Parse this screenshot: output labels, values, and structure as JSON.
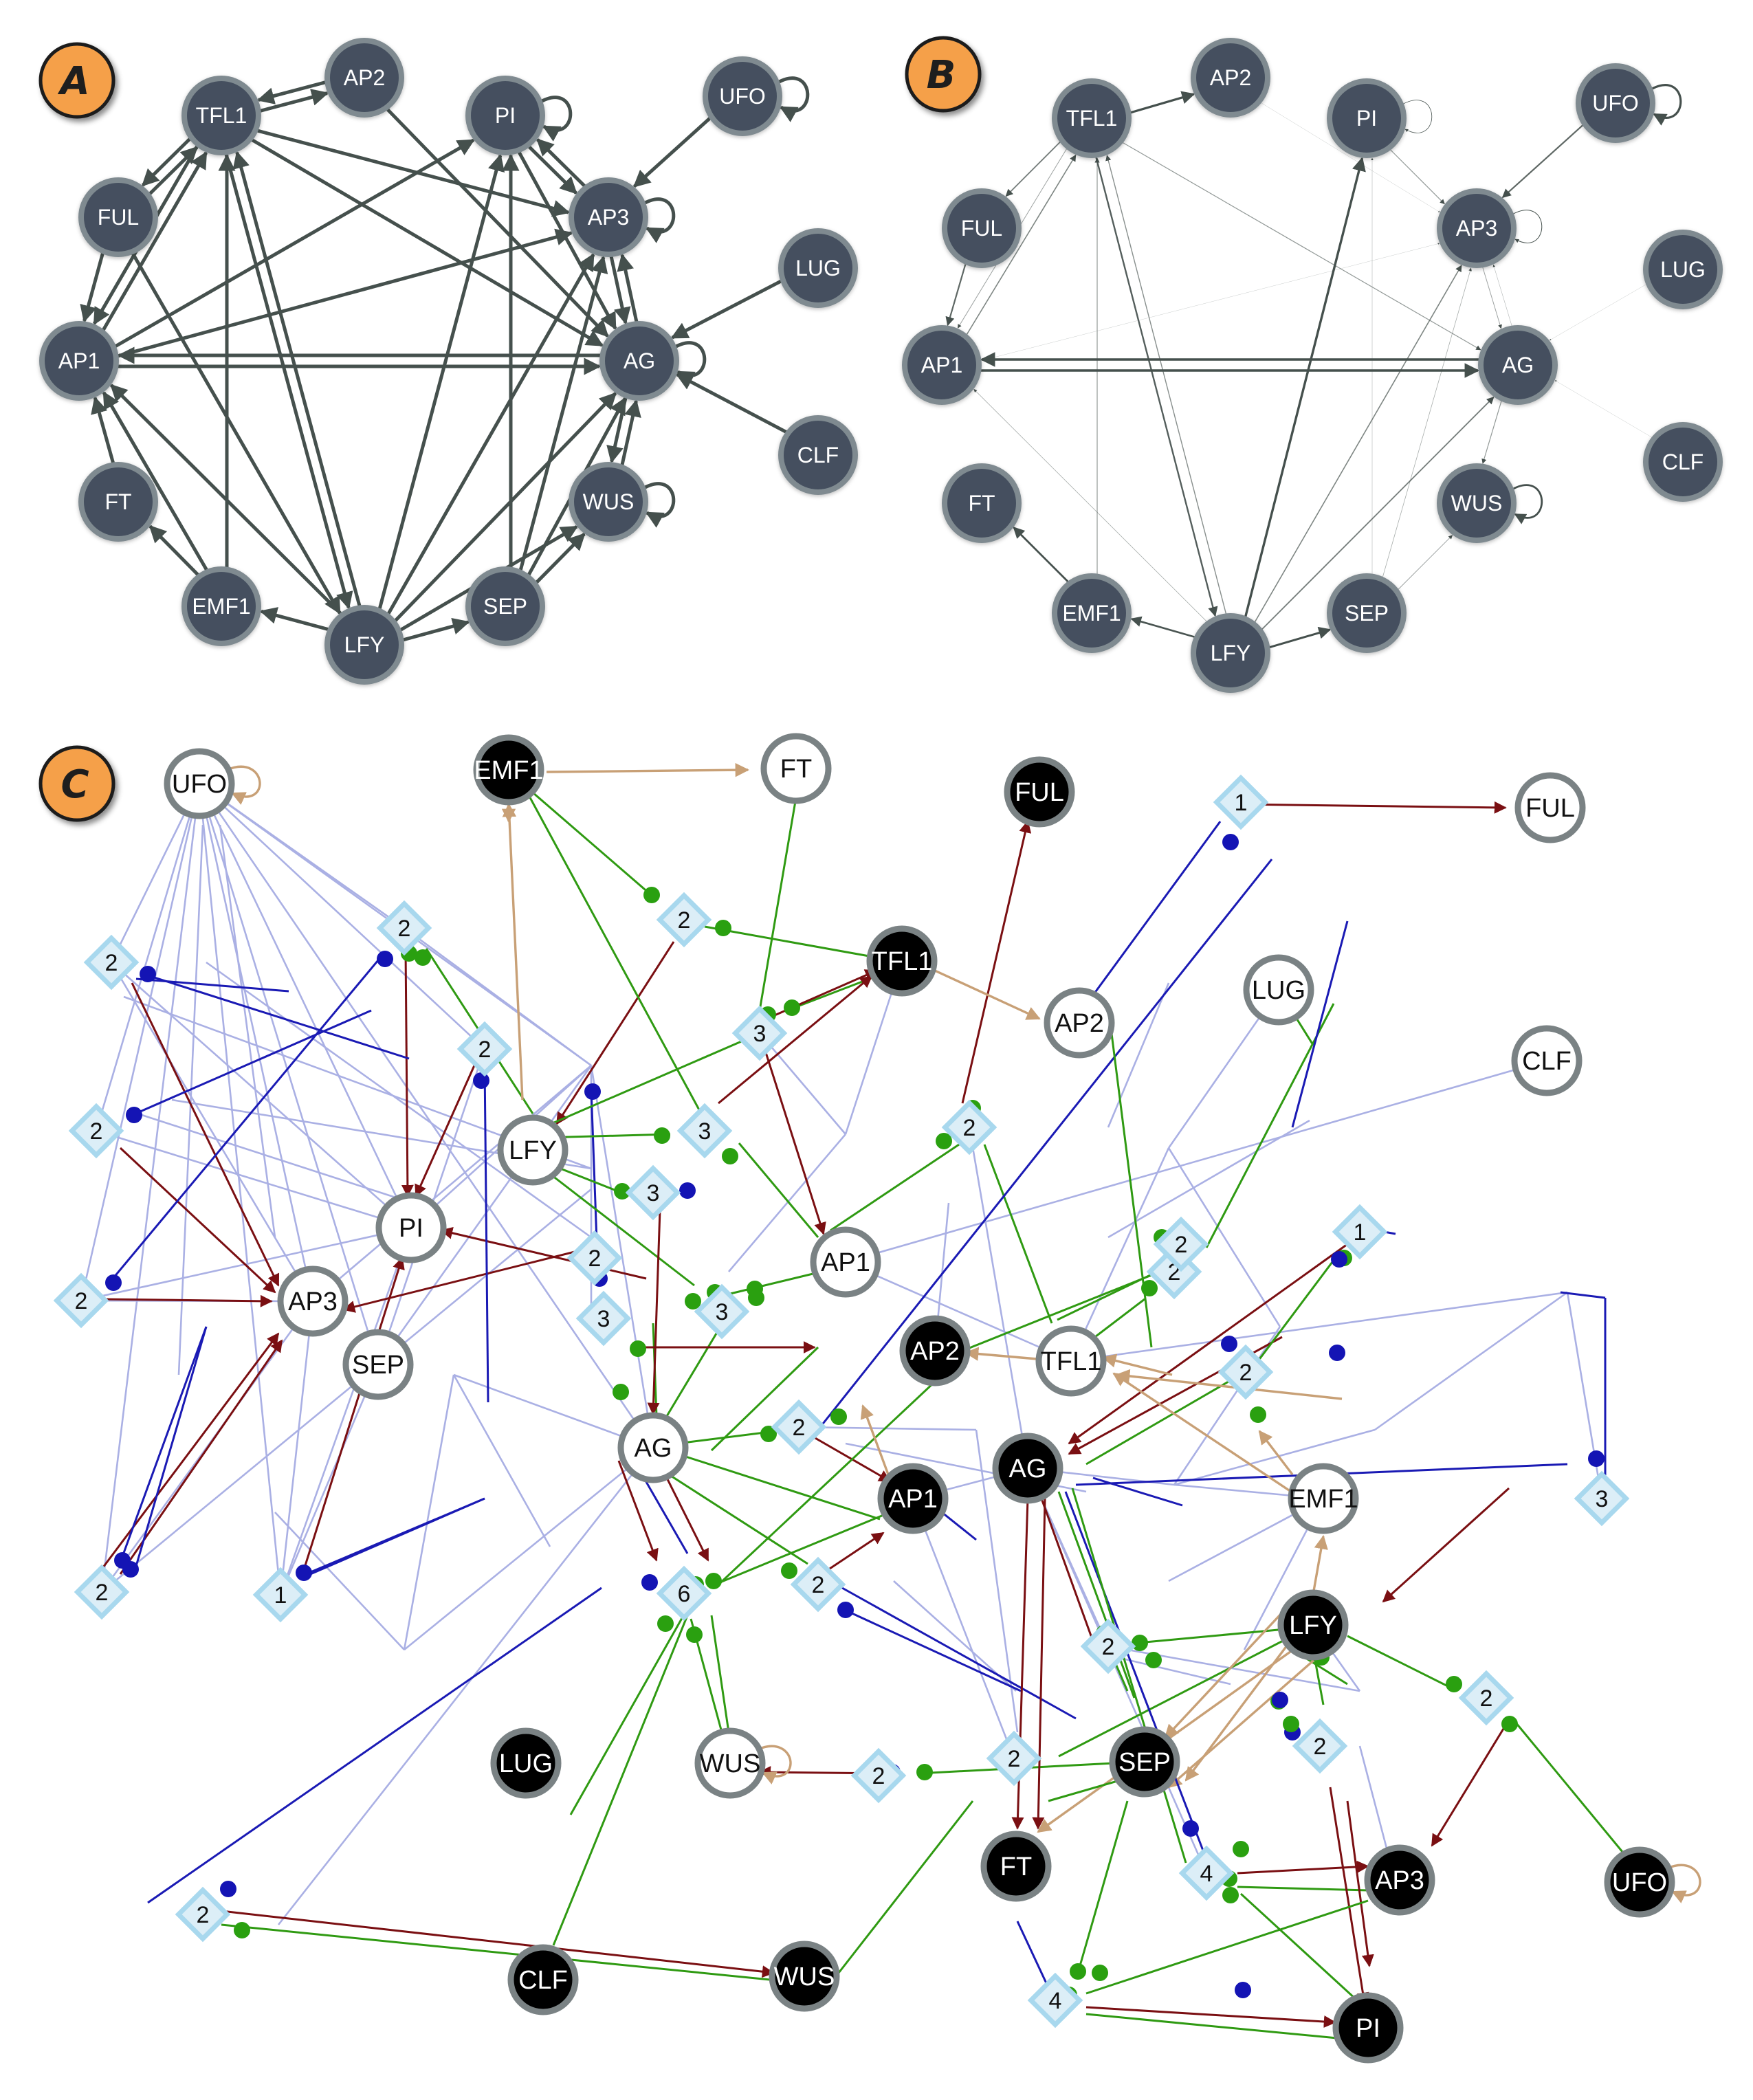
{
  "colors": {
    "node_fill_ab": "#45505f",
    "node_stroke_ab": "#7f8a90",
    "edge_ab": "#45504d",
    "badge_fill": "#f5a04a",
    "badge_stroke": "#1e1e1e",
    "node_black": "#000000",
    "node_white": "#ffffff",
    "node_stroke_c": "#7a8284",
    "diamond_fill": "#dceef7",
    "diamond_stroke": "#a8d8ee",
    "edge_red": "#7a0f12",
    "edge_green": "#2f9a12",
    "edge_blue": "#1a1ab4",
    "edge_tan": "#c8a076",
    "edge_lavender": "#aab0e4",
    "dot_green": "#2aa010",
    "dot_blue": "#1414b4"
  },
  "panels": [
    {
      "label": "A"
    },
    {
      "label": "B"
    },
    {
      "label": "C"
    }
  ],
  "genes": [
    "TFL1",
    "AP2",
    "PI",
    "UFO",
    "FUL",
    "AP3",
    "LUG",
    "AP1",
    "AG",
    "CLF",
    "FT",
    "WUS",
    "EMF1",
    "LFY",
    "SEP"
  ],
  "panel_a_edges": [
    [
      "TFL1",
      "AP2"
    ],
    [
      "AP2",
      "TFL1"
    ],
    [
      "TFL1",
      "FUL"
    ],
    [
      "FUL",
      "TFL1"
    ],
    [
      "TFL1",
      "AP1"
    ],
    [
      "AP1",
      "TFL1"
    ],
    [
      "TFL1",
      "AG"
    ],
    [
      "TFL1",
      "AP3"
    ],
    [
      "TFL1",
      "LFY"
    ],
    [
      "LFY",
      "TFL1"
    ],
    [
      "EMF1",
      "TFL1"
    ],
    [
      "FUL",
      "AP1"
    ],
    [
      "AP1",
      "AP3"
    ],
    [
      "AP1",
      "AG"
    ],
    [
      "AG",
      "AP1"
    ],
    [
      "AP1",
      "PI"
    ],
    [
      "LFY",
      "AP1"
    ],
    [
      "EMF1",
      "AP1"
    ],
    [
      "FT",
      "AP1"
    ],
    [
      "UFO",
      "AP3"
    ],
    [
      "PI",
      "AP3"
    ],
    [
      "AP3",
      "PI"
    ],
    [
      "LFY",
      "PI"
    ],
    [
      "SEP",
      "PI"
    ],
    [
      "LFY",
      "AP3"
    ],
    [
      "SEP",
      "AP3"
    ],
    [
      "AG",
      "AP3"
    ],
    [
      "AP3",
      "AG"
    ],
    [
      "LUG",
      "AG"
    ],
    [
      "CLF",
      "AG"
    ],
    [
      "LFY",
      "AG"
    ],
    [
      "SEP",
      "AG"
    ],
    [
      "AG",
      "WUS"
    ],
    [
      "WUS",
      "AG"
    ],
    [
      "LFY",
      "SEP"
    ],
    [
      "LFY",
      "EMF1"
    ],
    [
      "EMF1",
      "FT"
    ],
    [
      "FUL",
      "LFY"
    ],
    [
      "AP2",
      "AG"
    ],
    [
      "PI",
      "AG"
    ],
    [
      "LFY",
      "WUS"
    ],
    [
      "SEP",
      "WUS"
    ]
  ],
  "panel_a_loops": [
    "PI",
    "UFO",
    "AP3",
    "AG",
    "WUS"
  ],
  "panel_b_edges": [
    [
      "TFL1",
      "AP2",
      3.2
    ],
    [
      "TFL1",
      "FUL",
      1.8
    ],
    [
      "TFL1",
      "AP1",
      1.0
    ],
    [
      "AP1",
      "TFL1",
      1.6
    ],
    [
      "TFL1",
      "AG",
      1.2
    ],
    [
      "TFL1",
      "LFY",
      2.4
    ],
    [
      "EMF1",
      "TFL1",
      1.2
    ],
    [
      "LFY",
      "TFL1",
      1.4
    ],
    [
      "FUL",
      "AP1",
      2.2
    ],
    [
      "AP1",
      "AG",
      3.6
    ],
    [
      "AG",
      "AP1",
      3.6
    ],
    [
      "LFY",
      "AP1",
      0.8
    ],
    [
      "UFO",
      "AP3",
      2.2
    ],
    [
      "PI",
      "AP3",
      1.2
    ],
    [
      "LFY",
      "PI",
      3.4
    ],
    [
      "SEP",
      "PI",
      0.6
    ],
    [
      "LFY",
      "AP3",
      1.6
    ],
    [
      "SEP",
      "AP3",
      0.8
    ],
    [
      "AG",
      "WUS",
      1.2
    ],
    [
      "LFY",
      "SEP",
      3.0
    ],
    [
      "LFY",
      "EMF1",
      2.6
    ],
    [
      "EMF1",
      "FT",
      2.8
    ],
    [
      "LFY",
      "AG",
      1.8
    ],
    [
      "SEP",
      "WUS",
      1.0
    ],
    [
      "CLF",
      "AG",
      0.4
    ],
    [
      "LUG",
      "AG",
      0.4
    ],
    [
      "AP2",
      "AP3",
      0.4
    ],
    [
      "AP1",
      "AP3",
      0.4
    ],
    [
      "AP3",
      "AG",
      1.0
    ],
    [
      "AG",
      "AP3",
      0.6
    ]
  ],
  "panel_b_loops": [
    [
      "PI",
      0.8
    ],
    [
      "UFO",
      3.2
    ],
    [
      "AP3",
      1.0
    ],
    [
      "WUS",
      2.8
    ]
  ],
  "panel_c": {
    "nodes": [
      {
        "label": "UFO",
        "style": "white"
      },
      {
        "label": "EMF1",
        "style": "black"
      },
      {
        "label": "FT",
        "style": "white"
      },
      {
        "label": "FUL",
        "style": "black"
      },
      {
        "label": "FUL",
        "style": "white"
      },
      {
        "label": "TFL1",
        "style": "black"
      },
      {
        "label": "AP2",
        "style": "white"
      },
      {
        "label": "LUG",
        "style": "white"
      },
      {
        "label": "CLF",
        "style": "white"
      },
      {
        "label": "LFY",
        "style": "white"
      },
      {
        "label": "PI",
        "style": "white"
      },
      {
        "label": "AP1",
        "style": "white"
      },
      {
        "label": "AP3",
        "style": "white"
      },
      {
        "label": "SEP",
        "style": "white"
      },
      {
        "label": "AP2",
        "style": "black"
      },
      {
        "label": "TFL1",
        "style": "white"
      },
      {
        "label": "AG",
        "style": "white"
      },
      {
        "label": "AG",
        "style": "black"
      },
      {
        "label": "AP1",
        "style": "black"
      },
      {
        "label": "EMF1",
        "style": "white"
      },
      {
        "label": "LFY",
        "style": "black"
      },
      {
        "label": "LUG",
        "style": "black"
      },
      {
        "label": "WUS",
        "style": "white"
      },
      {
        "label": "SEP",
        "style": "black"
      },
      {
        "label": "FT",
        "style": "black"
      },
      {
        "label": "AP3",
        "style": "black"
      },
      {
        "label": "UFO",
        "style": "black"
      },
      {
        "label": "CLF",
        "style": "black"
      },
      {
        "label": "WUS",
        "style": "black"
      },
      {
        "label": "PI",
        "style": "black"
      }
    ],
    "gates": [
      "2",
      "2",
      "2",
      "2",
      "2",
      "3",
      "3",
      "3",
      "2",
      "2",
      "2",
      "3",
      "3",
      "2",
      "2",
      "2",
      "6",
      "2",
      "2",
      "1",
      "1",
      "1",
      "3",
      "2",
      "2",
      "2",
      "2",
      "2",
      "4",
      "4",
      "2",
      "2"
    ]
  }
}
